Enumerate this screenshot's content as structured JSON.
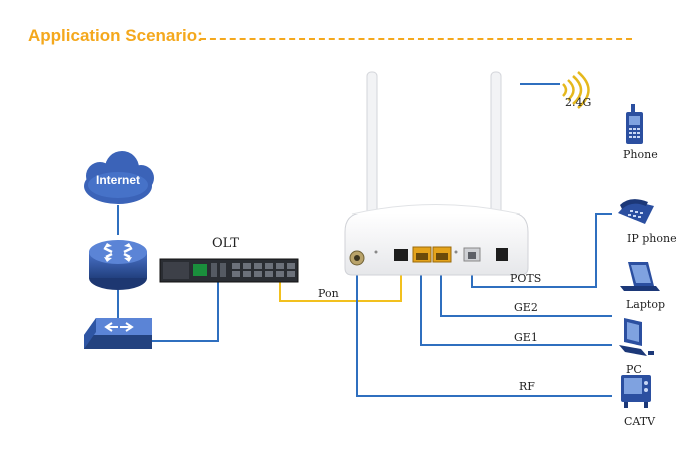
{
  "title": "Application Scenario:",
  "nodes": {
    "internet": "Internet",
    "olt": "OLT",
    "wifi": "2.4G",
    "phone": "Phone",
    "ip_phone": "IP phone",
    "laptop": "Laptop",
    "pc": "PC",
    "catv": "CATV"
  },
  "links": {
    "pon": "Pon",
    "pots": "POTS",
    "ge2": "GE2",
    "ge1": "GE1",
    "rf": "RF"
  },
  "colors": {
    "accent": "#f4a81d",
    "link_blue": "#2f6fbf",
    "link_yellow": "#f2c01e",
    "device_blue": "#2b4fa0"
  }
}
